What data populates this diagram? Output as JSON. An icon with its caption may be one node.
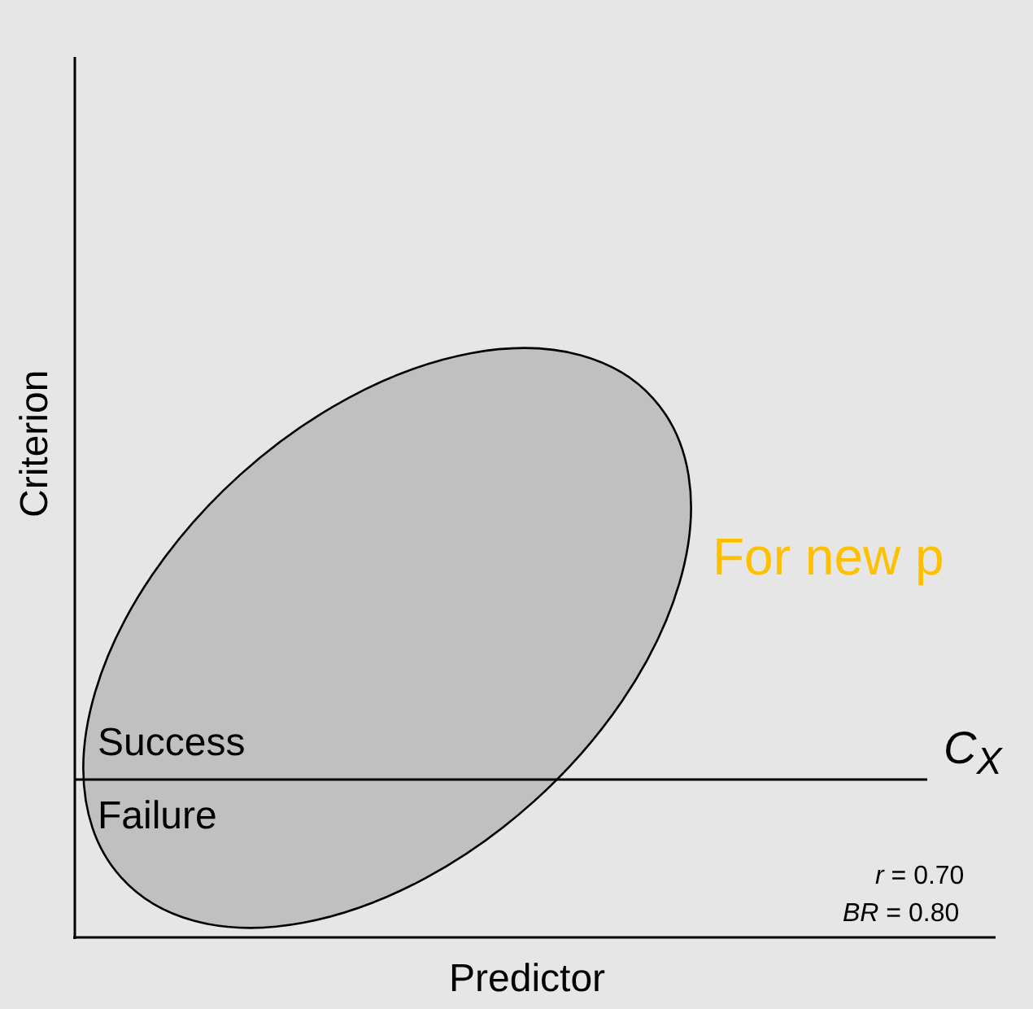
{
  "diagram": {
    "labels": [
      "For new p",
      "Criterion",
      "Success",
      "Failure",
      "C$_{X}$",
      "*r* = 0.70",
      "*BR* = 0.80",
      "Predictor"
    ]
  }
}
